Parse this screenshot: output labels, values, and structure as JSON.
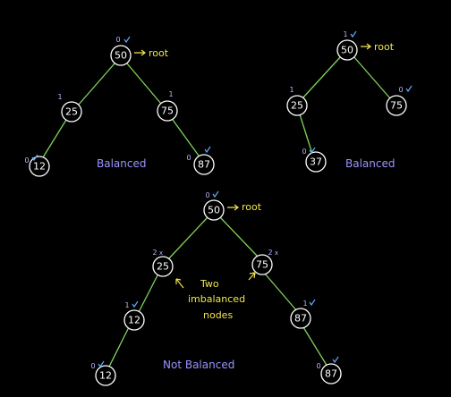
{
  "tree1": {
    "nodes": [
      "50",
      "25",
      "75",
      "12",
      "87"
    ],
    "balance": [
      "0",
      "1",
      "1",
      "0",
      "0"
    ],
    "root_label": "root",
    "caption": "Balanced"
  },
  "tree2": {
    "nodes": [
      "50",
      "25",
      "75",
      "37"
    ],
    "balance": [
      "1",
      "1",
      "0",
      "0"
    ],
    "root_label": "root",
    "caption": "Balanced"
  },
  "tree3": {
    "nodes": [
      "50",
      "25",
      "75",
      "12",
      "87",
      "12",
      "87"
    ],
    "balance": [
      "0",
      "2",
      "2",
      "1",
      "1",
      "0",
      "0"
    ],
    "marks": [
      "x",
      "x"
    ],
    "root_label": "root",
    "caption": "Not Balanced",
    "note_lines": [
      "Two",
      "imbalanced",
      "nodes"
    ]
  }
}
